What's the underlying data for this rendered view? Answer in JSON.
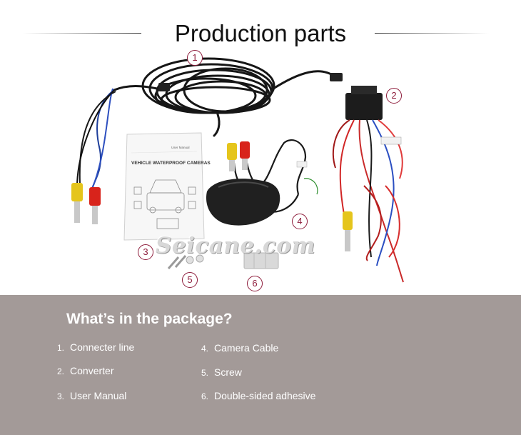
{
  "header": {
    "title": "Production parts"
  },
  "photo": {
    "callouts": [
      {
        "label": "1"
      },
      {
        "label": "2"
      },
      {
        "label": "3"
      },
      {
        "label": "4"
      },
      {
        "label": "5"
      },
      {
        "label": "6"
      }
    ],
    "manual_heading": "VEHICLE WATERPROOF CAMERAS",
    "manual_corner": "User Manual",
    "watermark": "Seicane.com"
  },
  "package": {
    "title": "What’s in the package?",
    "items": [
      {
        "num": "1.",
        "label": "Connecter line"
      },
      {
        "num": "2.",
        "label": "Converter"
      },
      {
        "num": "3.",
        "label": "User Manual"
      },
      {
        "num": "4.",
        "label": "Camera Cable"
      },
      {
        "num": "5.",
        "label": "Screw"
      },
      {
        "num": "6.",
        "label": "Double-sided adhesive"
      }
    ]
  },
  "colors": {
    "accent": "#8e1d3c",
    "panel_bg": "#a39a98",
    "text_light": "#ffffff"
  }
}
